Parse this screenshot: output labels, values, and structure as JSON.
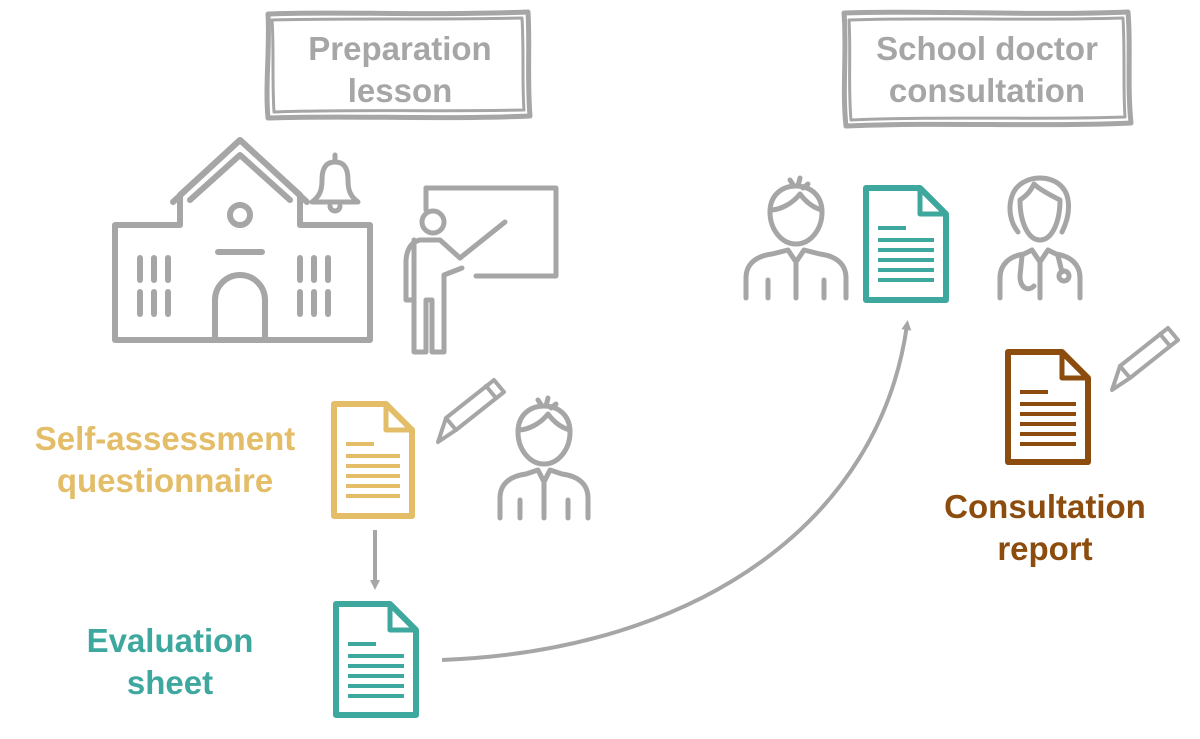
{
  "colors": {
    "gray": "#a6a6a6",
    "gold": "#e3bd68",
    "teal": "#3ea89f",
    "brown": "#8b4c0e"
  },
  "preparation": {
    "line1": "Preparation",
    "line2": "lesson"
  },
  "consultation": {
    "line1": "School doctor",
    "line2": "consultation"
  },
  "self_assessment": {
    "line1": "Self-assessment",
    "line2": "questionnaire"
  },
  "evaluation": {
    "line1": "Evaluation",
    "line2": "sheet"
  },
  "report": {
    "line1": "Consultation",
    "line2": "report"
  },
  "icons": [
    "school-building-icon",
    "bell-icon",
    "teacher-at-board-icon",
    "document-icon",
    "pencil-icon",
    "student-icon",
    "doctor-icon"
  ]
}
